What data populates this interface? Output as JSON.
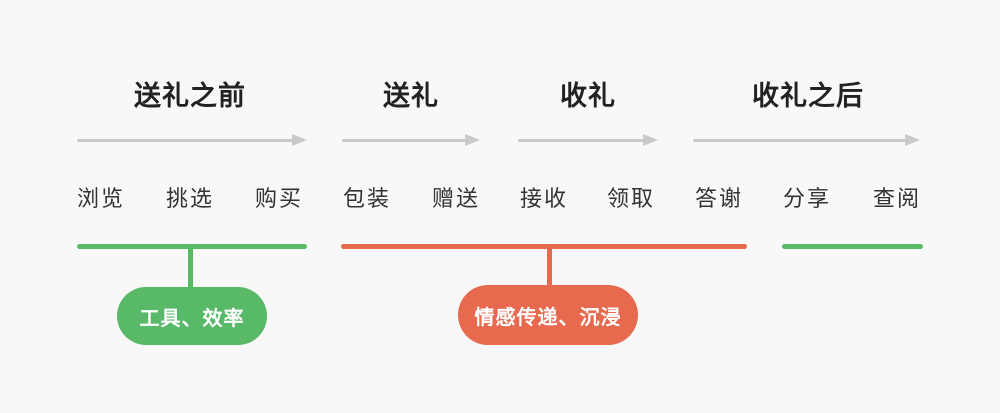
{
  "colors": {
    "background": "#f8f8f8",
    "green": "#58b968",
    "red": "#e7694e",
    "arrow": "#c9c9c9",
    "title_text": "#222222",
    "step_text": "#333333",
    "badge_text": "#ffffff"
  },
  "phases": [
    {
      "title": "送礼之前",
      "steps": [
        "浏览",
        "挑选",
        "购买"
      ]
    },
    {
      "title": "送礼",
      "steps": [
        "包装",
        "赠送"
      ]
    },
    {
      "title": "收礼",
      "steps": [
        "接收",
        "领取"
      ]
    },
    {
      "title": "收礼之后",
      "steps": [
        "答谢",
        "分享",
        "查阅"
      ]
    }
  ],
  "underlines": [
    {
      "color": "#58b968",
      "covers_steps": [
        "浏览",
        "挑选",
        "购买"
      ]
    },
    {
      "color": "#e7694e",
      "covers_steps": [
        "包装",
        "赠送",
        "接收",
        "领取",
        "答谢"
      ]
    },
    {
      "color": "#58b968",
      "covers_steps": [
        "分享",
        "查阅"
      ]
    }
  ],
  "badges": [
    {
      "label": "工具、效率",
      "color": "#58b968"
    },
    {
      "label": "情感传递、沉浸",
      "color": "#e7694e"
    }
  ]
}
